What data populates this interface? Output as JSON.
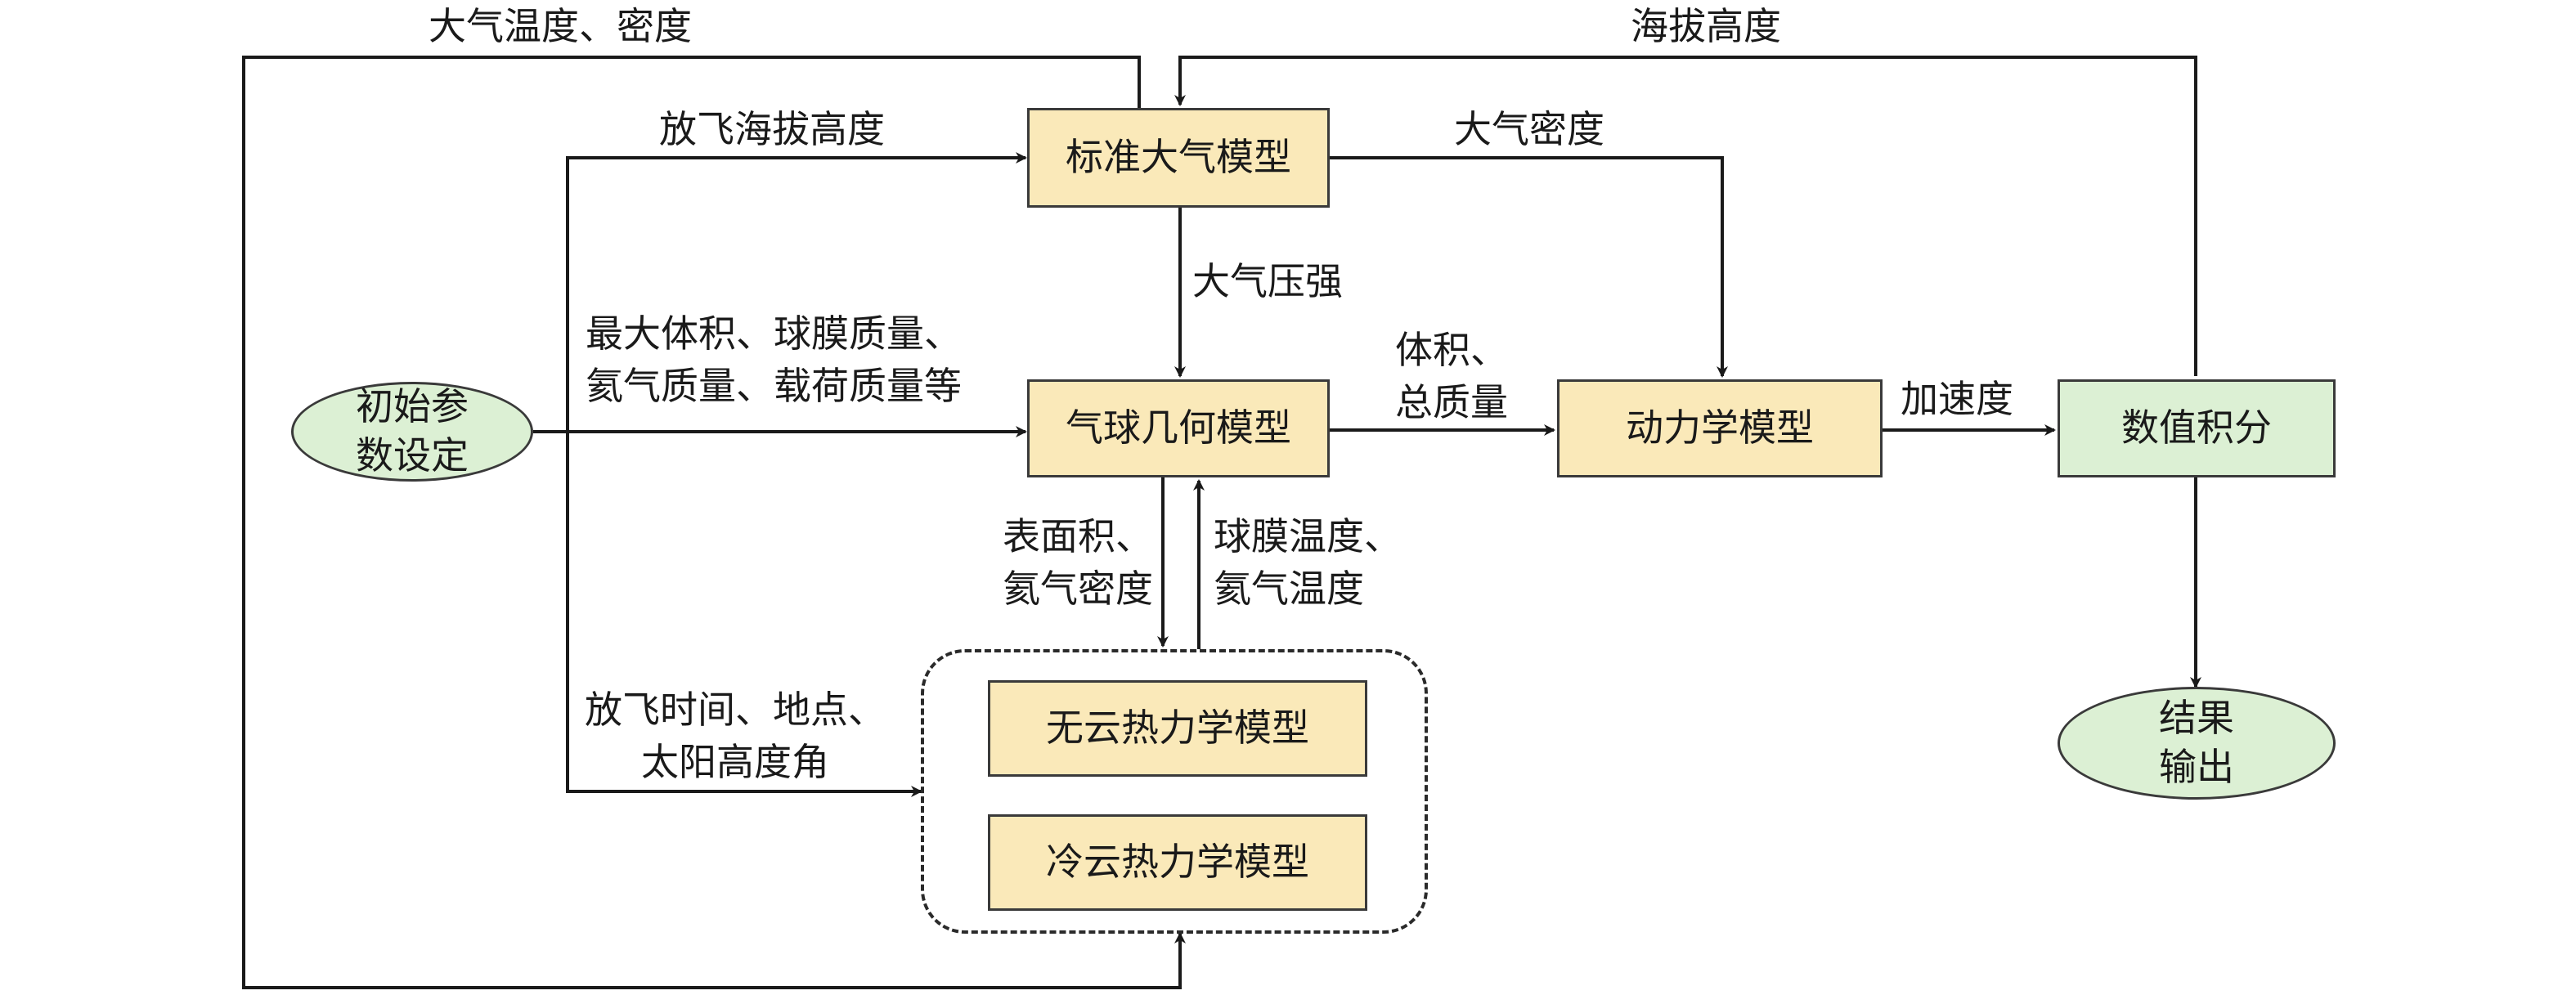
{
  "nodes": {
    "init": [
      "初始参",
      "数设定"
    ],
    "atmosphere": "标准大气模型",
    "geometry": "气球几何模型",
    "dynamics": "动力学模型",
    "integration": "数值积分",
    "output": [
      "结果",
      "输出"
    ],
    "thermal_clear": "无云热力学模型",
    "thermal_cloud": "冷云热力学模型"
  },
  "labels": {
    "temp_density": "大气温度、密度",
    "altitude": "海拔高度",
    "launch_altitude": "放飞海拔高度",
    "air_density": "大气密度",
    "air_pressure": "大气压强",
    "params": [
      "最大体积、球膜质量、",
      "氦气质量、载荷质量等"
    ],
    "volume_mass": [
      "体积、",
      "总质量"
    ],
    "acceleration": "加速度",
    "surface_helium": [
      "表面积、",
      "氦气密度"
    ],
    "film_helium_temp": [
      "球膜温度、",
      "氦气温度"
    ],
    "launch_time": [
      "放飞时间、地点、",
      "太阳高度角"
    ]
  }
}
